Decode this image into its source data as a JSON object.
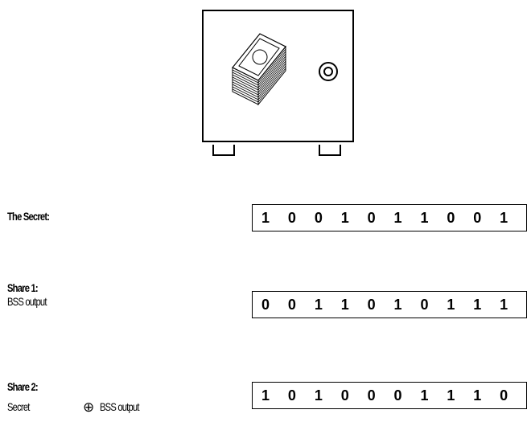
{
  "secret": {
    "label": "The Secret:",
    "bits": [
      "1",
      "0",
      "0",
      "1",
      "0",
      "1",
      "1",
      "0",
      "0",
      "1"
    ]
  },
  "share1": {
    "label": "Share 1:",
    "sublabel": "BSS output",
    "bits": [
      "0",
      "0",
      "1",
      "1",
      "0",
      "1",
      "0",
      "1",
      "1",
      "1"
    ]
  },
  "share2": {
    "label": "Share 2:",
    "sublabel_left": "Secret",
    "operator": "⊕",
    "sublabel_right": "BSS output",
    "bits": [
      "1",
      "0",
      "1",
      "0",
      "0",
      "0",
      "1",
      "1",
      "1",
      "0"
    ]
  }
}
